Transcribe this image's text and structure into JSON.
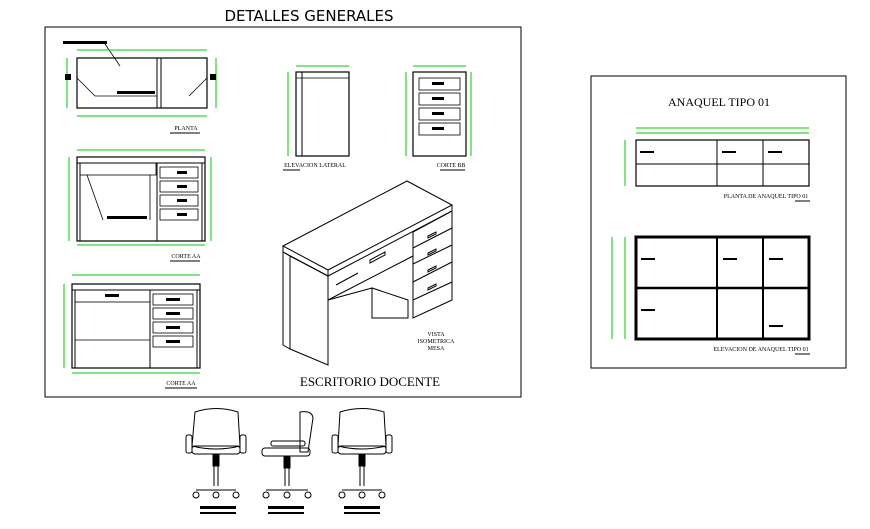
{
  "main_title": "DETALLES GENERALES",
  "escritorio": {
    "title": "ESCRITORIO DOCENTE",
    "planta_label": "PLANTA",
    "corte_aa_label_1": "CORTE AA",
    "corte_aa_label_2": "CORTE AA",
    "elevacion_lateral_label": "ELEVACION LATERAL",
    "corte_bb_label": "CORTE BB",
    "isometric_label": [
      "VISTA",
      "ISOMETRICA",
      "MESA"
    ]
  },
  "anaquel": {
    "title": "ANAQUEL TIPO 01",
    "planta_label": "PLANTA DE ANAQUEL TIPO 01",
    "elevacion_label": "ELEVACION DE ANAQUEL TIPO 01"
  },
  "colors": {
    "line": "#000000",
    "dimension": "#00cc00",
    "frame": "#000000"
  }
}
